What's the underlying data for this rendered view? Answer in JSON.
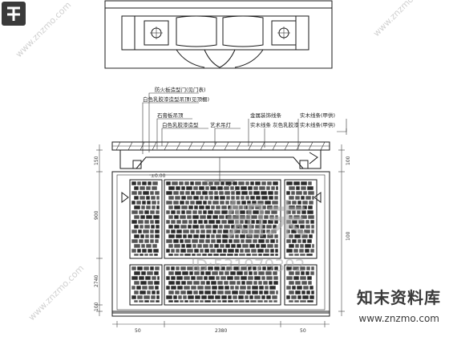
{
  "callouts": {
    "c1": "防火板造型门(见门表)",
    "c2": "白色乳胶漆造型吊顶(见顶棚)",
    "c3": "石膏板吊顶",
    "c4": "白色乳胶漆造型",
    "c5": "艺术吊灯",
    "c6": "金属装饰线条",
    "c7": "实木线条 灰色乳胶漆",
    "c8": "实木线条(甲供)",
    "c9": "实木线条(甲供)"
  },
  "dimensions": {
    "d_left_1": "150",
    "d_left_2": "900",
    "d_left_3": "2740",
    "d_left_4": "100",
    "d_right_1": "100",
    "d_right_2": "100",
    "d_top": "±0.00",
    "d_bottom_1": "50",
    "d_bottom_2": "2380",
    "d_bottom_3": "50"
  },
  "watermark": {
    "main": "知末",
    "id": "ID:531979392",
    "url_diag": "www.znzmo.com",
    "brand": "知末资料库",
    "brand_url": "www.znzmo.com"
  }
}
